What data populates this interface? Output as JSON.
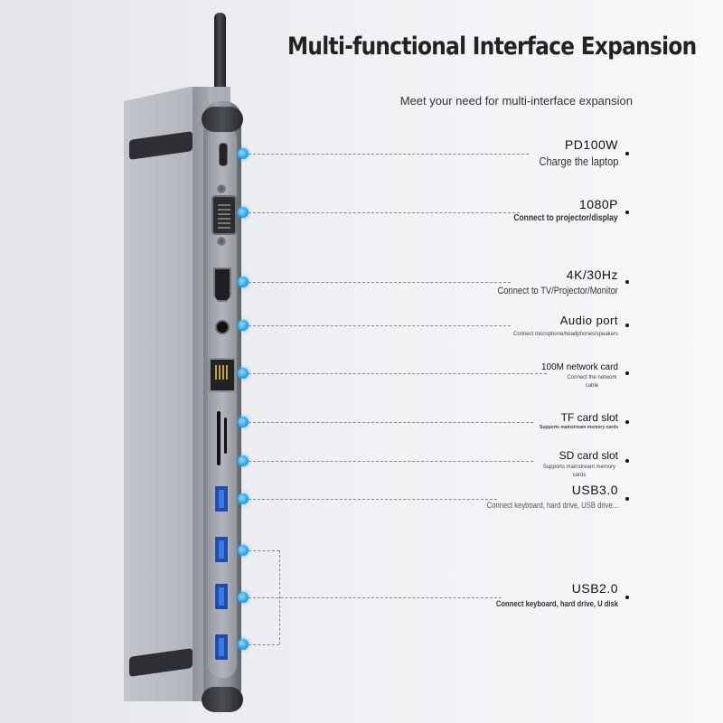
{
  "header": {
    "title": "Multi-functional Interface Expansion",
    "subtitle": "Meet your need for multi-interface expansion"
  },
  "callouts": [
    {
      "name": "PD100W",
      "desc": "Charge the laptop"
    },
    {
      "name": "1080P",
      "desc": "Connect to projector/display"
    },
    {
      "name": "4K/30Hz",
      "desc": "Connect to TV/Projector/Monitor"
    },
    {
      "name": "Audio port",
      "desc": "Connect microphone/headphones/speakers"
    },
    {
      "name": "100M network card",
      "desc": "Connect the network cable"
    },
    {
      "name": "TF card slot",
      "desc": "Supports mainstream memory cards"
    },
    {
      "name": "SD card slot",
      "desc": "Supports mainstream memory cards"
    },
    {
      "name": "USB3.0",
      "desc": "Connect keyboard, hard drive, USB drive..."
    },
    {
      "name": "USB2.0",
      "desc": "Connect keyboard, hard drive, U disk"
    }
  ],
  "colors": {
    "accent_dot": "#2aa8f2",
    "usb_blue": "#1f4fa8"
  }
}
